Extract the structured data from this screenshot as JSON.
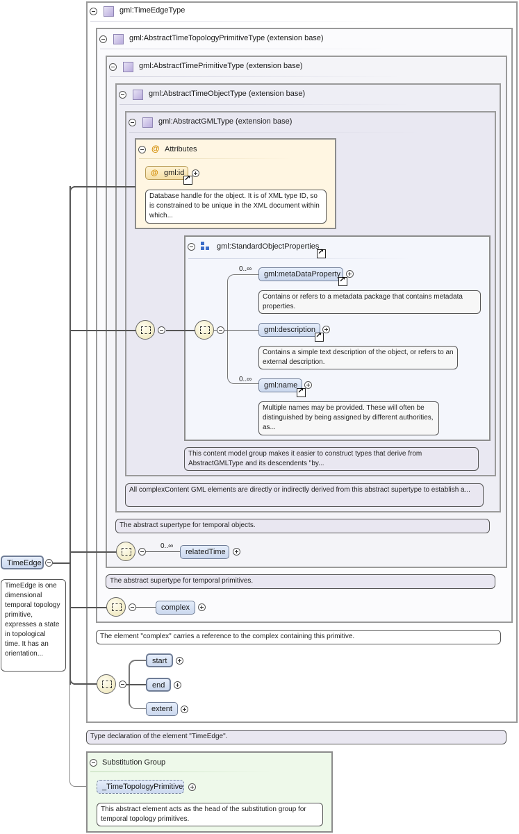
{
  "types": {
    "time_edge_type": "gml:TimeEdgeType",
    "abstract_time_topology_primitive_type": "gml:AbstractTimeTopologyPrimitiveType (extension base)",
    "abstract_time_primitive_type": "gml:AbstractTimePrimitiveType (extension base)",
    "abstract_time_object_type": "gml:AbstractTimeObjectType (extension base)",
    "abstract_gml_type": "gml:AbstractGMLType (extension base)"
  },
  "attributes": {
    "title": "Attributes",
    "id_label": "gml:id",
    "id_doc": "Database handle for the object. It is of XML type ID, so is constrained to be unique in the XML document within which..."
  },
  "standard_object_properties": {
    "title": "gml:StandardObjectProperties",
    "meta_occ": "0..∞",
    "meta_label": "gml:metaDataProperty",
    "meta_doc": "Contains or refers to a metadata package that contains metadata properties.",
    "description_label": "gml:description",
    "description_doc": "Contains a simple text description of the object, or refers to an external description.",
    "name_occ": "0..∞",
    "name_label": "gml:name",
    "name_doc": "Multiple names may be provided. These will often be distinguished by being assigned by different authorities, as...",
    "group_doc": "This content model group makes it easier to construct types that derive from AbstractGMLType and its descendents \"by..."
  },
  "docs": {
    "abstract_gml_doc": "All complexContent GML elements are directly or indirectly derived from this abstract supertype to establish a...",
    "temporal_objects_doc": "The abstract supertype for temporal objects.",
    "temporal_primitives_doc": "The abstract supertype for temporal primitives.",
    "complex_doc": "The element \"complex\" carries a reference to the complex containing this primitive.",
    "type_decl_doc": "Type declaration of the element \"TimeEdge\"."
  },
  "related_time": {
    "occ": "0..∞",
    "label": "relatedTime"
  },
  "complex": {
    "label": "complex"
  },
  "edge_children": [
    "start",
    "end",
    "extent"
  ],
  "root": {
    "label": "TimeEdge",
    "doc": "TimeEdge is one dimensional temporal topology primitive, expresses a state in topological time. It has an orientation..."
  },
  "substitution": {
    "title": "Substitution Group",
    "head_label": "_TimeTopologyPrimitive",
    "head_doc": "This abstract element acts as the head of the substitution group for temporal topology primitives."
  }
}
